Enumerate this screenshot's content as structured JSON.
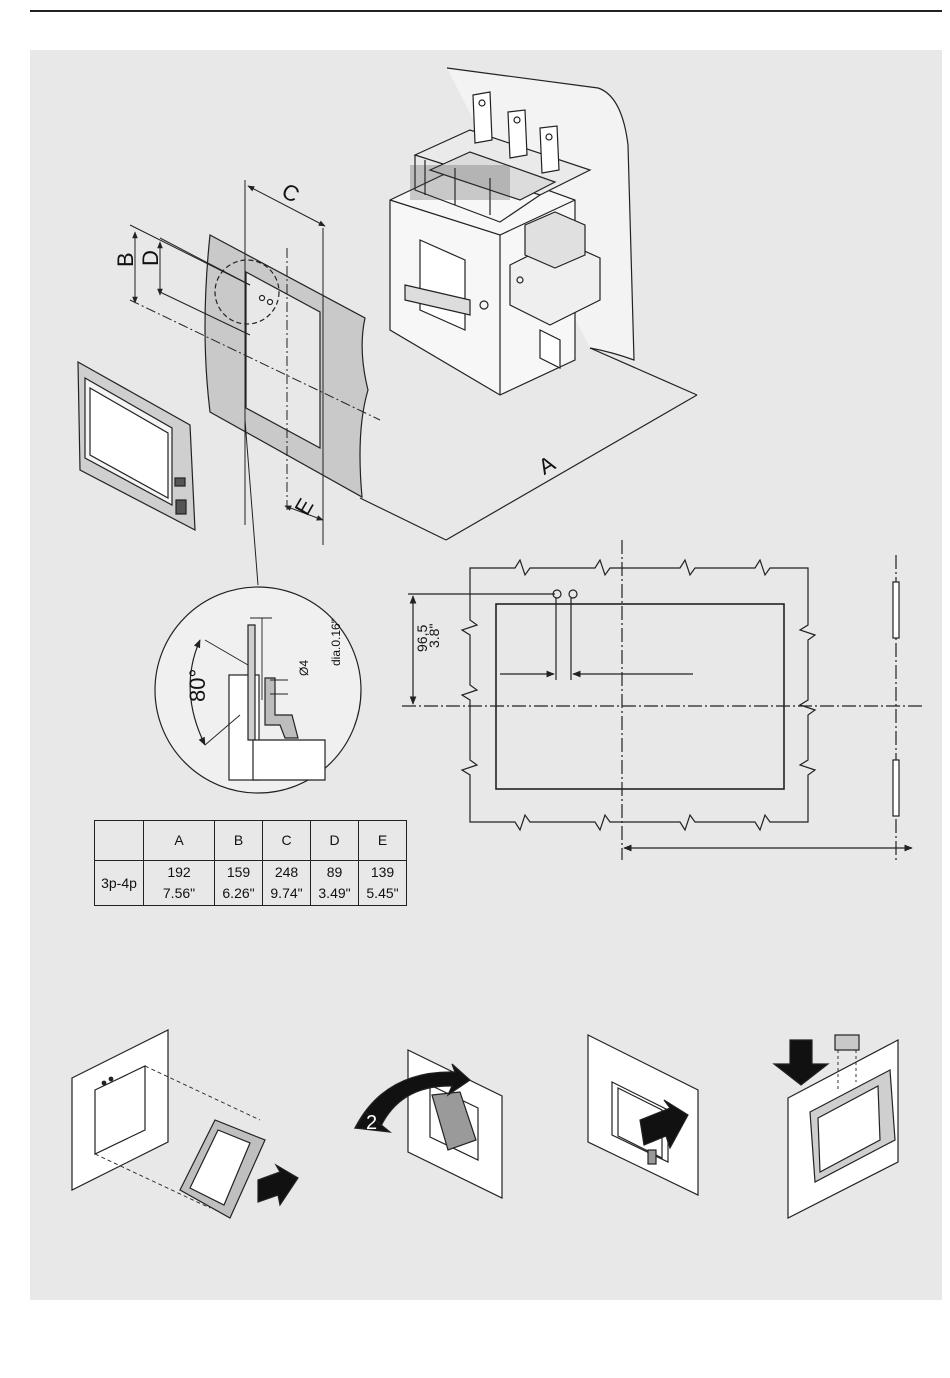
{
  "diagram": {
    "dimension_labels": {
      "a": "A",
      "b": "B",
      "c": "C",
      "d": "D",
      "e": "E"
    },
    "detail": {
      "angle": "80°",
      "hole_mm": "Ø4",
      "hole_in": "dia.0.16\""
    },
    "cutout": {
      "offset_mm": "96,5",
      "offset_in": "3.8\""
    },
    "step_number": "2"
  },
  "dimension_table": {
    "headers": [
      "",
      "A",
      "B",
      "C",
      "D",
      "E"
    ],
    "rows": [
      {
        "label": "3p-4p",
        "mm": [
          "192",
          "159",
          "248",
          "89",
          "139"
        ],
        "inch": [
          "7.56\"",
          "6.26\"",
          "9.74\"",
          "3.49\"",
          "5.45\""
        ]
      }
    ]
  },
  "colors": {
    "panel_background": "#e8e8e8",
    "line": "#222222",
    "plate_shading": "#c9c9c9"
  }
}
